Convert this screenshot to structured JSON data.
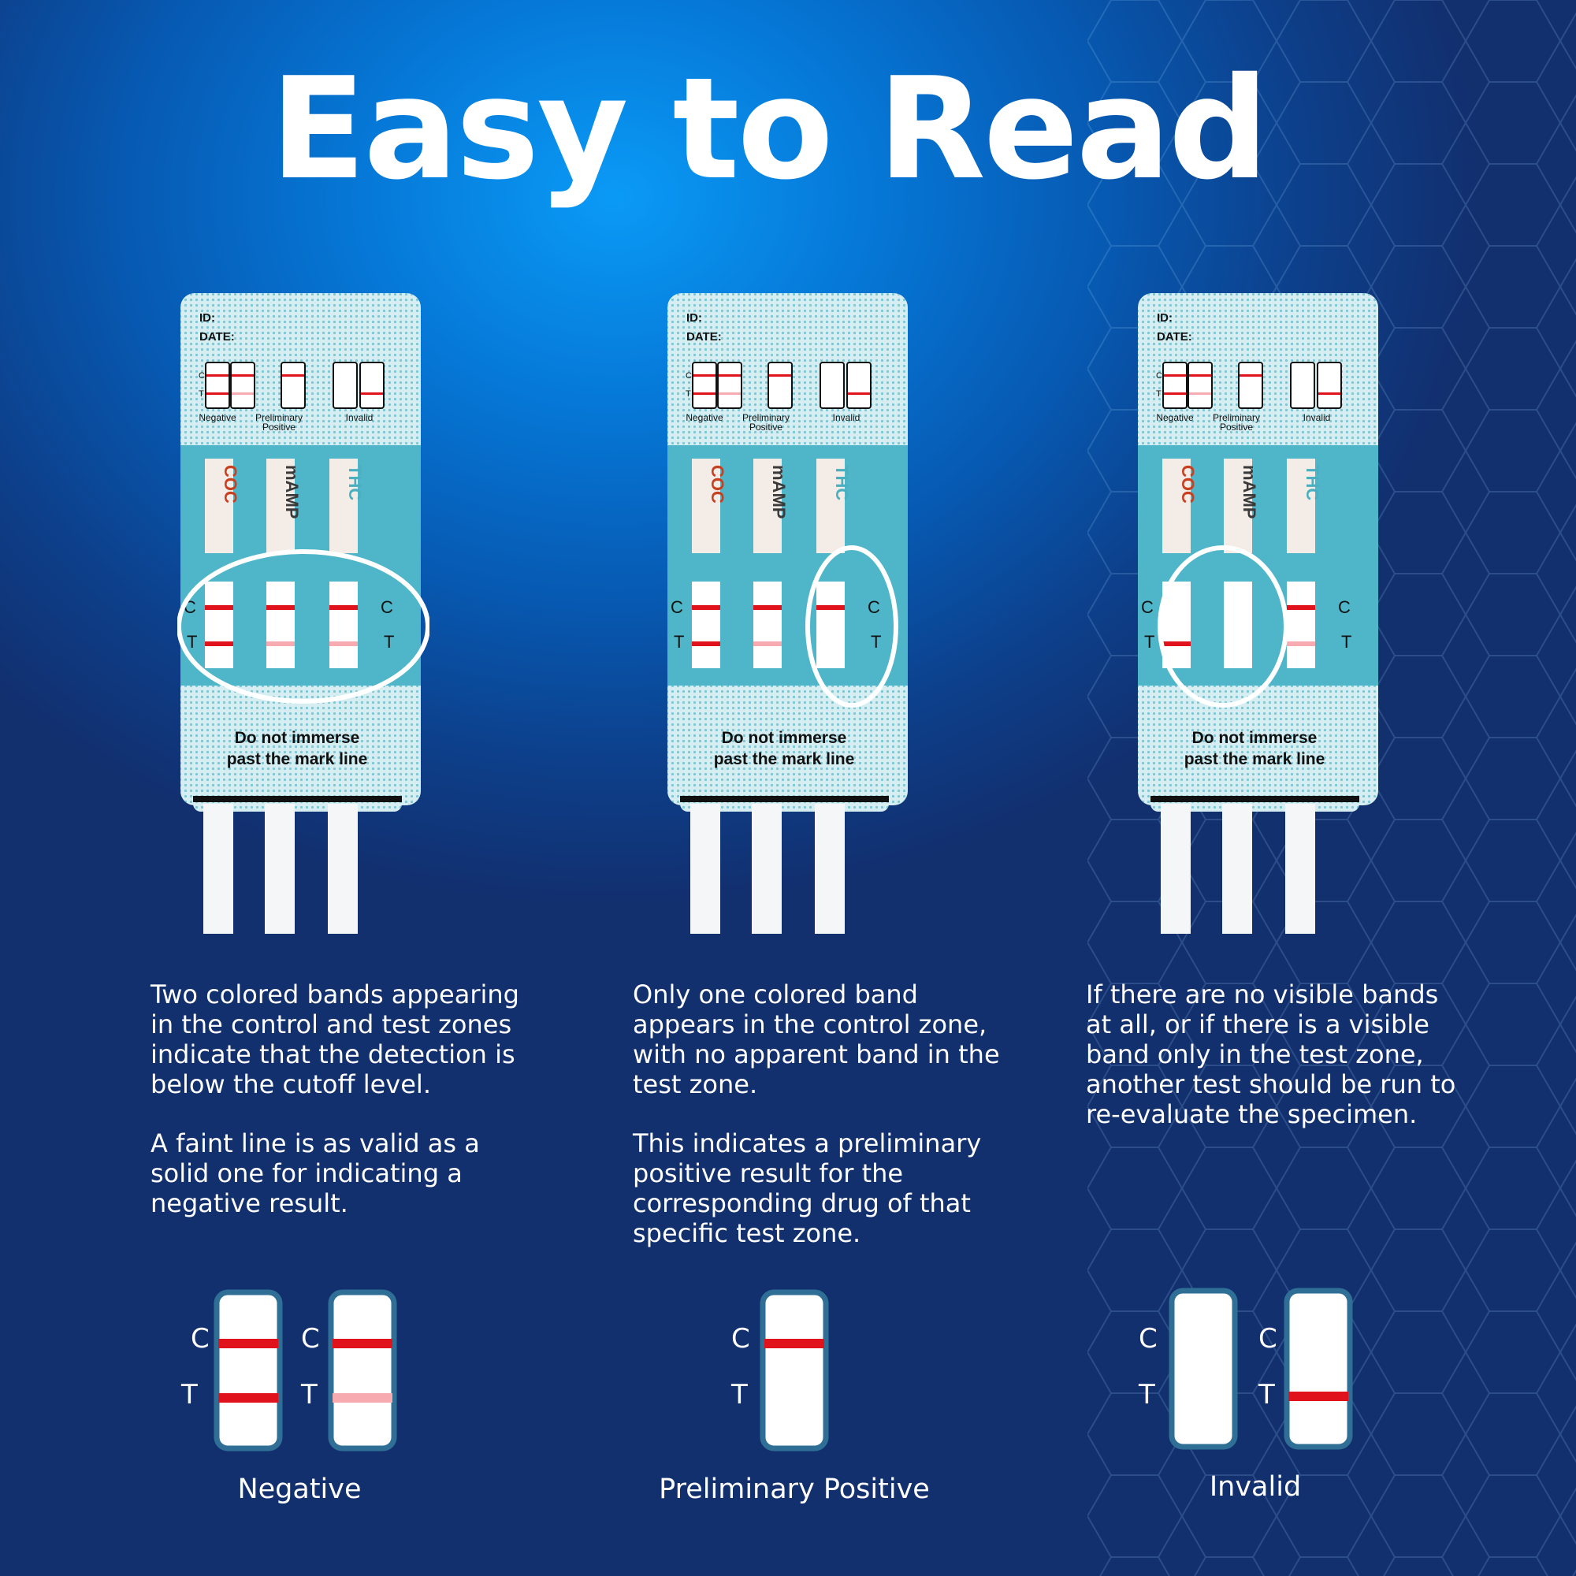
{
  "title": "Easy to Read",
  "device": {
    "id_label": "ID:",
    "date_label": "DATE:",
    "legend_negative": "Negative",
    "legend_preliminary_1": "Preliminary",
    "legend_preliminary_2": "Positive",
    "legend_invalid": "Invalid",
    "drug_labels": [
      "COC",
      "mAMP",
      "THC"
    ],
    "warning_line_1": "Do not immerse",
    "warning_line_2": "past the mark line",
    "c_label": "C",
    "t_label": "T"
  },
  "panels": [
    {
      "key": "negative",
      "paragraphs": [
        "Two colored bands appearing in the control and test zones indicate that the detection is below the cutoff level.",
        "A faint line is as valid as a solid one for indicating a negative result."
      ],
      "diagram_label": "Negative"
    },
    {
      "key": "preliminary-positive",
      "paragraphs": [
        "Only one colored band appears in the control zone, with no apparent band in the test zone.",
        "This indicates a preliminary positive result for the corresponding drug of that specific test zone."
      ],
      "diagram_label": "Preliminary Positive"
    },
    {
      "key": "invalid",
      "paragraphs": [
        "If there are no visible bands at all, or if there is a visible band only in the test zone, another test should be run to re-evaluate the specimen."
      ],
      "diagram_label": "Invalid"
    }
  ],
  "colors": {
    "band_red": "#e0121c",
    "band_faint": "#f7aab0",
    "device_teal": "#4fb6c9",
    "strip_frame": "#2f6f96"
  }
}
